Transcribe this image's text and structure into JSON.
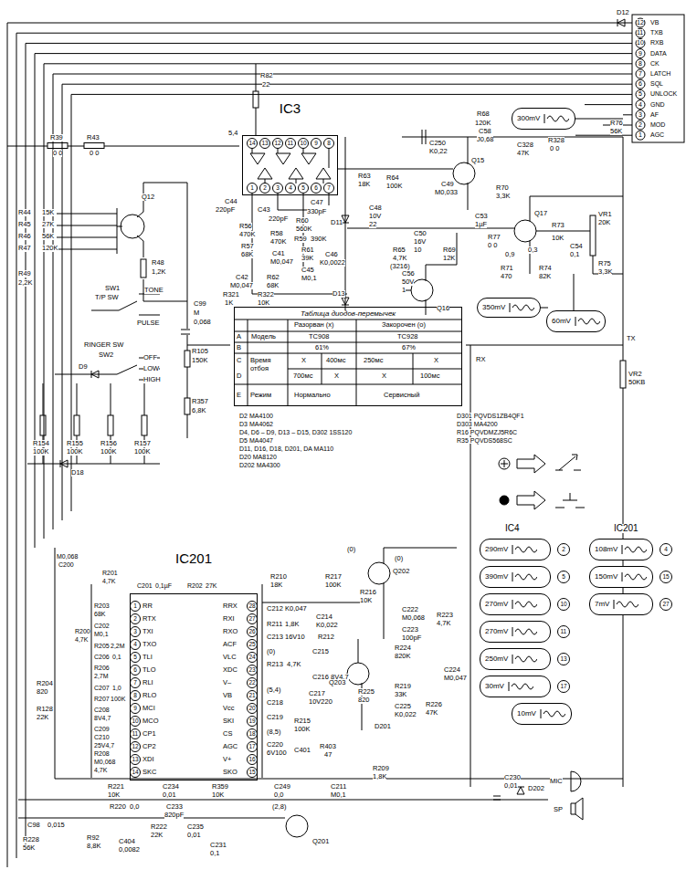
{
  "diagram": {
    "nodes": [
      {
        "text": [
          "IC3"
        ]
      },
      {
        "text": [
          "Таблица диодов-перемычек"
        ]
      },
      {
        "text": [
          "IC201"
        ]
      },
      {
        "text": [
          "300mV"
        ]
      },
      {
        "text": [
          "350mV"
        ]
      },
      {
        "text": [
          "60mV"
        ]
      },
      {
        "text": [
          "290mV"
        ]
      },
      {
        "text": [
          "390mV"
        ]
      },
      {
        "text": [
          "270mV"
        ]
      },
      {
        "text": [
          "270mV"
        ]
      },
      {
        "text": [
          "250mV"
        ]
      },
      {
        "text": [
          "30mV"
        ]
      },
      {
        "text": [
          "108mV"
        ]
      },
      {
        "text": [
          "150mV"
        ]
      },
      {
        "text": [
          "7mV"
        ]
      },
      {
        "text": [
          "10mV"
        ]
      }
    ],
    "labels": [
      "12",
      "VB",
      "11",
      "TXB",
      "10",
      "RXB",
      "9",
      "DATA",
      "8",
      "CK",
      "7",
      "LATCH",
      "6",
      "SQL",
      "5",
      "UNLOCK",
      "4",
      "GND",
      "3",
      "AF",
      "2",
      "MOD",
      "1",
      "AGC",
      "D12",
      "R39",
      "0 0",
      "R43",
      "0 0",
      "R44",
      "15K",
      "R45",
      "27K",
      "R46",
      "56K",
      "R47",
      "120K",
      "Q12",
      "R48",
      "1,2K",
      "R49",
      "2,2K",
      "C99",
      "M",
      "0,068",
      "SW1",
      "T/P SW",
      "TONE",
      "PULSE",
      "RINGER SW",
      "SW2",
      "OFF",
      "LOW",
      "HIGH",
      "D9",
      "R105",
      "150K",
      "R357",
      "6,8K",
      "R154",
      "100K",
      "R155",
      "100K",
      "R156",
      "100K",
      "R157",
      "100K",
      "D18",
      "R82",
      "22",
      "5,4",
      "14",
      "13",
      "12",
      "11",
      "10",
      "9",
      "8",
      "1",
      "2",
      "3",
      "4",
      "5",
      "6",
      "7",
      "C44",
      "220pF",
      "C43",
      "220pF",
      "C47",
      "330pF",
      "R56",
      "470K",
      "R57",
      "68K",
      "R58",
      "470K",
      "R60",
      "560K",
      "R59",
      "390K",
      "D11",
      "C41",
      "M0,047",
      "R61",
      "39K",
      "C46",
      "K0,0022",
      "C45",
      "M0,1",
      "C42",
      "M0,047",
      "R62",
      "68K",
      "R321",
      "1K",
      "R322",
      "10K",
      "D13",
      "C250",
      "K0,22",
      "R68",
      "120K",
      "C58",
      "J0,68",
      "Q15",
      "C49",
      "M0,033",
      "R63",
      "18K",
      "R64",
      "100K",
      "C48",
      "10V",
      "22",
      "R65",
      "4,7K",
      "(3216)",
      "C50",
      "16V",
      "10",
      "R69",
      "12K",
      "C56",
      "50V",
      "1",
      "Q16",
      "C53",
      "1µF",
      "R77",
      "0 0",
      "R70",
      "3,3K",
      "Q17",
      "0,9",
      "0,3",
      "R71",
      "470",
      "R74",
      "82K",
      "R73",
      "10K",
      "C54",
      "0,1",
      "VR1",
      "20K",
      "R75",
      "3,3K",
      "R76",
      "56K",
      "C328",
      "47K",
      "R328",
      "0 0",
      "TX",
      "VR2",
      "50KB",
      "RX",
      "Разорван (x)",
      "Закорочен (о)",
      "A",
      "Модель",
      "TC908",
      "TC928",
      "B",
      "61%",
      "67%",
      "C",
      "D",
      "Время отбоя",
      "X",
      "700мс",
      "X",
      "400мс",
      "250мс",
      "X",
      "100мс",
      "X",
      "E",
      "Режим",
      "Нормально",
      "Сервисный",
      "D2 MA4100",
      "D3 MA4062",
      "D4, D6 – D9, D13 – D15, D302 1SS120",
      "D5 MA4047",
      "D11, D16, D18, D201, DA MA110",
      "D20 MA8120",
      "D202 MA4300",
      "D301 PQVDS1ZB4QF1",
      "D303 MA4200",
      "R16 PQVDMZJ5R6C",
      "R35 PQVDS568SC",
      "IC4",
      "IC201",
      "2",
      "5",
      "10",
      "11",
      "13",
      "17",
      "4",
      "15",
      "27",
      "1",
      "RR",
      "2",
      "RTX",
      "3",
      "TXI",
      "4",
      "TXO",
      "5",
      "TLI",
      "6",
      "TLO",
      "7",
      "RLI",
      "8",
      "RLO",
      "9",
      "MCI",
      "10",
      "MCO",
      "11",
      "CP1",
      "12",
      "CP2",
      "13",
      "XDI",
      "14",
      "SKC",
      "28",
      "RRX",
      "27",
      "RXI",
      "26",
      "RXO",
      "25",
      "ACF",
      "24",
      "VLC",
      "23",
      "XDC",
      "22",
      "V–",
      "21",
      "VB",
      "20",
      "Vcc",
      "19",
      "SKI",
      "18",
      "CS",
      "17",
      "AGC",
      "16",
      "V+",
      "15",
      "SKO",
      "R201",
      "4,7K",
      "C201",
      "0,1µF",
      "R202",
      "27K",
      "R203",
      "68K",
      "C202",
      "M0,1",
      "R205",
      "2,2M",
      "C206",
      "0,1",
      "R206",
      "2,7M",
      "C207",
      "1,0",
      "R207",
      "100K",
      "C208",
      "8V4,7",
      "C209",
      "C210",
      "25V4,7",
      "R208",
      "M0,068",
      "4,7K",
      "M0,068",
      "C200",
      "R200",
      "4,7K",
      "R204",
      "820",
      "R128",
      "22K",
      "R210",
      "18K",
      "R217",
      "100K",
      "R216",
      "10K",
      "Q202",
      "(0)",
      "(0)",
      "C212",
      "K0,047",
      "C214",
      "K0,022",
      "R211",
      "1,8K",
      "C213",
      "16V10",
      "R212",
      "(0)",
      "C215",
      "R213",
      "4,7K",
      "C216",
      "8V4,7",
      "(5,4)",
      "C217",
      "10V220",
      "C218",
      "C219",
      "R215",
      "100K",
      "(8,5)",
      "C220",
      "6V100",
      "C401",
      "R403",
      "47",
      "C222",
      "M0,068",
      "C223",
      "100pF",
      "R223",
      "4,7K",
      "R224",
      "820K",
      "Q203",
      "R225",
      "820",
      "R219",
      "33K",
      "C225",
      "K0,022",
      "R226",
      "47K",
      "D201",
      "R209",
      "1,8K",
      "C224",
      "M0,047",
      "R221",
      "10K",
      "C234",
      "0,01",
      "R359",
      "10K",
      "C249",
      "0,0",
      "C211",
      "M0,1",
      "R220",
      "0,0",
      "C233",
      "820pF",
      "(2,8)",
      "Q201",
      "C98",
      "0,015",
      "R228",
      "56K",
      "R92",
      "8,8K",
      "C404",
      "0,0082",
      "R222",
      "22K",
      "C235",
      "0,01",
      "C231",
      "0,1",
      "C230",
      "0,01",
      "D202",
      "MIC",
      "SP"
    ]
  }
}
